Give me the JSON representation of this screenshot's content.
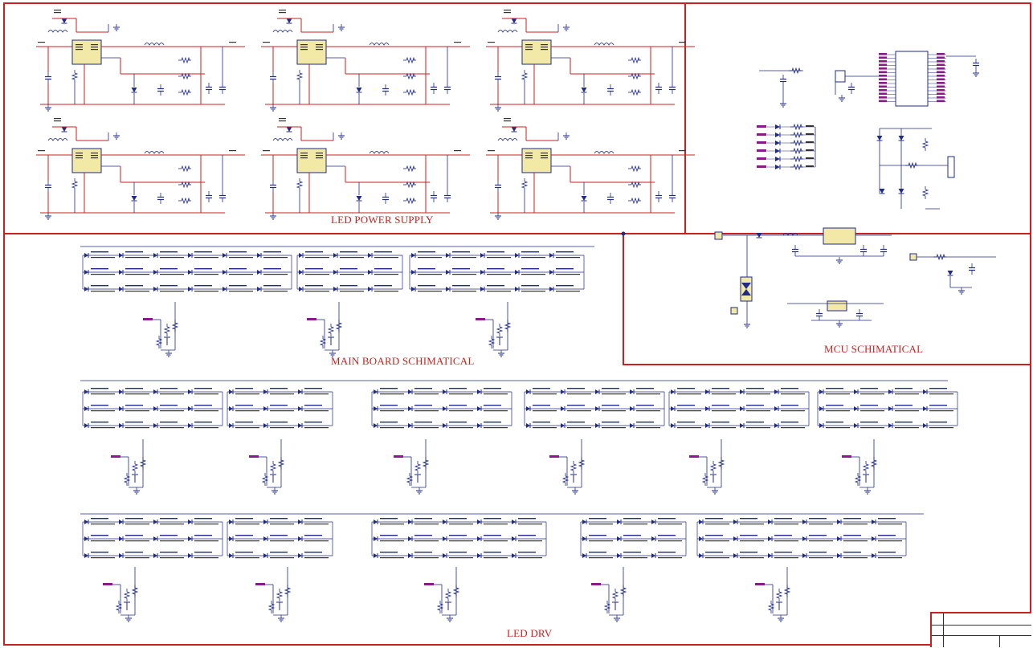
{
  "sections": {
    "led_power_supply": "LED POWER SUPPLY",
    "main_board": "MAIN BOARD SCHIMATICAL",
    "mcu": "MCU SCHIMATICAL",
    "led_drv": "LED DRV"
  },
  "colors": {
    "frame": "#cc1f1f",
    "wire": "#1f2a8c",
    "component": "#1f2a8c",
    "component_fill": "#f3e9a6",
    "power_net": "#cc1f1f"
  },
  "power_modules": {
    "count": 6
  },
  "led_matrix_rows": 3
}
